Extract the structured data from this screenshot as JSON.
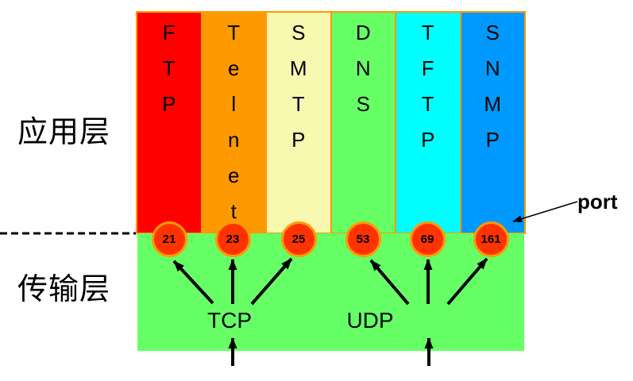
{
  "labels": {
    "application_layer": "应用层",
    "transport_layer": "传输层",
    "tcp": "TCP",
    "udp": "UDP",
    "port_callout": "port"
  },
  "columns": [
    {
      "label": "FTP",
      "color": "#FF0000",
      "port": "21"
    },
    {
      "label": "Telnet",
      "color": "#FF9900",
      "port": "23"
    },
    {
      "label": "SMTP",
      "color": "#F8F8B0",
      "port": "25"
    },
    {
      "label": "DNS",
      "color": "#66FF66",
      "port": "53"
    },
    {
      "label": "TFTP",
      "color": "#00FFFF",
      "port": "69"
    },
    {
      "label": "SNMP",
      "color": "#0099FF",
      "port": "161"
    }
  ],
  "tcp_ports": [
    "21",
    "23",
    "25"
  ],
  "udp_ports": [
    "53",
    "69",
    "161"
  ],
  "colors": {
    "column_border": "#FF9900",
    "transport_bg": "#66FF66",
    "port_circle_fill": "#FF3300",
    "port_circle_border": "#FF9900",
    "arrow": "#000000",
    "text": "#000000"
  }
}
